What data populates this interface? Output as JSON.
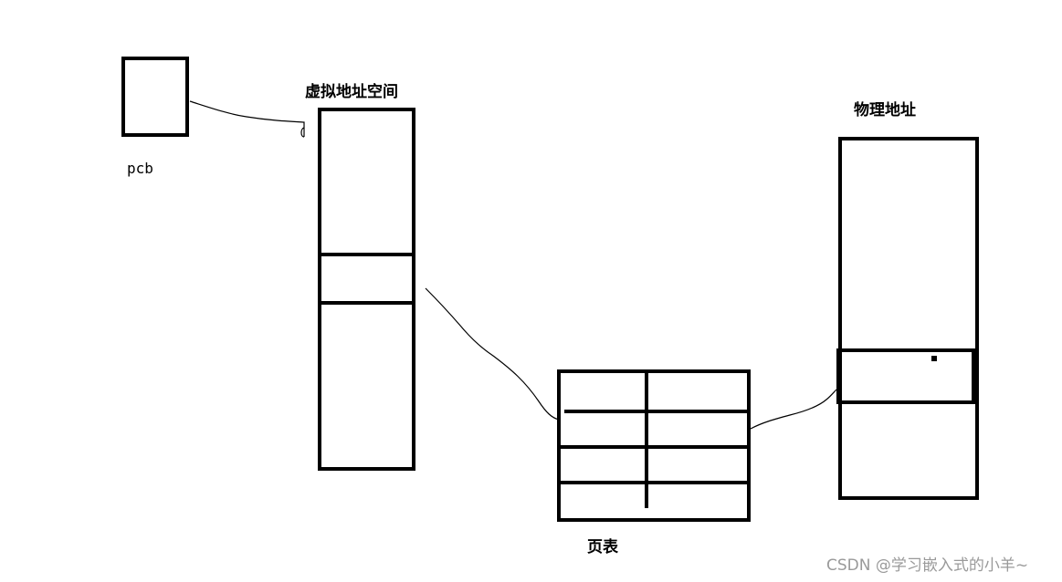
{
  "labels": {
    "pcb": "pcb",
    "virtual_space": "虚拟地址空间",
    "page_table": "页表",
    "physical_address": "物理地址"
  },
  "watermark": "CSDN @学习嵌入式的小羊~"
}
